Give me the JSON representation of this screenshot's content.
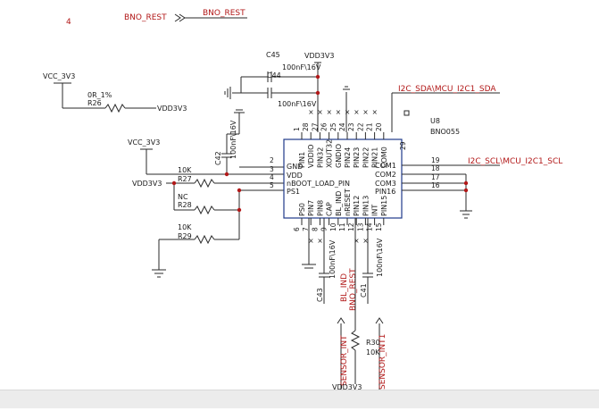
{
  "page_marker": "4",
  "nets": {
    "bno_rest_left": "BNO_REST",
    "bno_rest_right": "BNO_REST",
    "i2c_sda": "I2C_SDA\\MCU_I2C1_SDA",
    "i2c_scl": "I2C_SCL\\MCU_I2C1_SCL",
    "vcc_top": "VCC_3V3",
    "vcc_mid": "VCC_3V3",
    "vdd_top": "VDD3V3",
    "vdd_r26": "VDD3V3",
    "vdd_left": "VDD3V3",
    "vdd_bottom": "VDD3V3",
    "bl_ind": "BL_IND",
    "bno_rest_bottom": "BNO_REST",
    "sensor_int1": "SENSOR_INT1",
    "sensor_int": "SENSOR_INT"
  },
  "components": {
    "c45": {
      "ref": "C45",
      "value": "100nF\\16V"
    },
    "c44": {
      "ref": "C44",
      "value": "100nF\\16V"
    },
    "c42": {
      "ref": "C42",
      "value": "100nF\\16V"
    },
    "c43": {
      "ref": "C43",
      "value": "100nF\\16V"
    },
    "c41": {
      "ref": "C41",
      "value": "100nF\\16V"
    },
    "r26": {
      "ref": "R26",
      "value": "0R_1%"
    },
    "r27": {
      "ref": "R27",
      "value": "10K"
    },
    "r28": {
      "ref": "R28",
      "value": "NC"
    },
    "r29": {
      "ref": "R29",
      "value": "10K"
    },
    "r30": {
      "ref": "R30",
      "value": "10K"
    }
  },
  "chip": {
    "ref": "U8",
    "part": "BNO055",
    "left_pins": [
      {
        "num": "2",
        "name": "GND"
      },
      {
        "num": "3",
        "name": "VDD"
      },
      {
        "num": "4",
        "name": "nBOOT_LOAD_PIN"
      },
      {
        "num": "5",
        "name": "PS1"
      }
    ],
    "right_pins": [
      {
        "num": "19",
        "name": "COM1"
      },
      {
        "num": "18",
        "name": "COM2"
      },
      {
        "num": "17",
        "name": "COM3"
      },
      {
        "num": "16",
        "name": "PIN16"
      }
    ],
    "top_pins": [
      {
        "num": "1",
        "name": "PIN1"
      },
      {
        "num": "28",
        "name": "VDDIO"
      },
      {
        "num": "27",
        "name": "PIN32"
      },
      {
        "num": "26",
        "name": "XOUT32"
      },
      {
        "num": "25",
        "name": "GNDIO"
      },
      {
        "num": "24",
        "name": "PIN24"
      },
      {
        "num": "23",
        "name": "PIN23"
      },
      {
        "num": "22",
        "name": "PIN22"
      },
      {
        "num": "21",
        "name": "PIN21"
      },
      {
        "num": "20",
        "name": "COM0"
      }
    ],
    "bottom_pins": [
      {
        "num": "6",
        "name": "PS0"
      },
      {
        "num": "7",
        "name": "PIN7"
      },
      {
        "num": "8",
        "name": "PIN8"
      },
      {
        "num": "9",
        "name": "CAP"
      },
      {
        "num": "10",
        "name": "BL_IND"
      },
      {
        "num": "11",
        "name": "nRESET"
      },
      {
        "num": "12",
        "name": "PIN12"
      },
      {
        "num": "13",
        "name": "PIN13"
      },
      {
        "num": "14",
        "name": "INT"
      },
      {
        "num": "15",
        "name": "PIN15"
      }
    ],
    "extra_pin": {
      "num": "29"
    }
  },
  "colors": {
    "net": "#b21818",
    "chip_outline": "#1e3a8a",
    "wire": "#2a2a2a"
  }
}
